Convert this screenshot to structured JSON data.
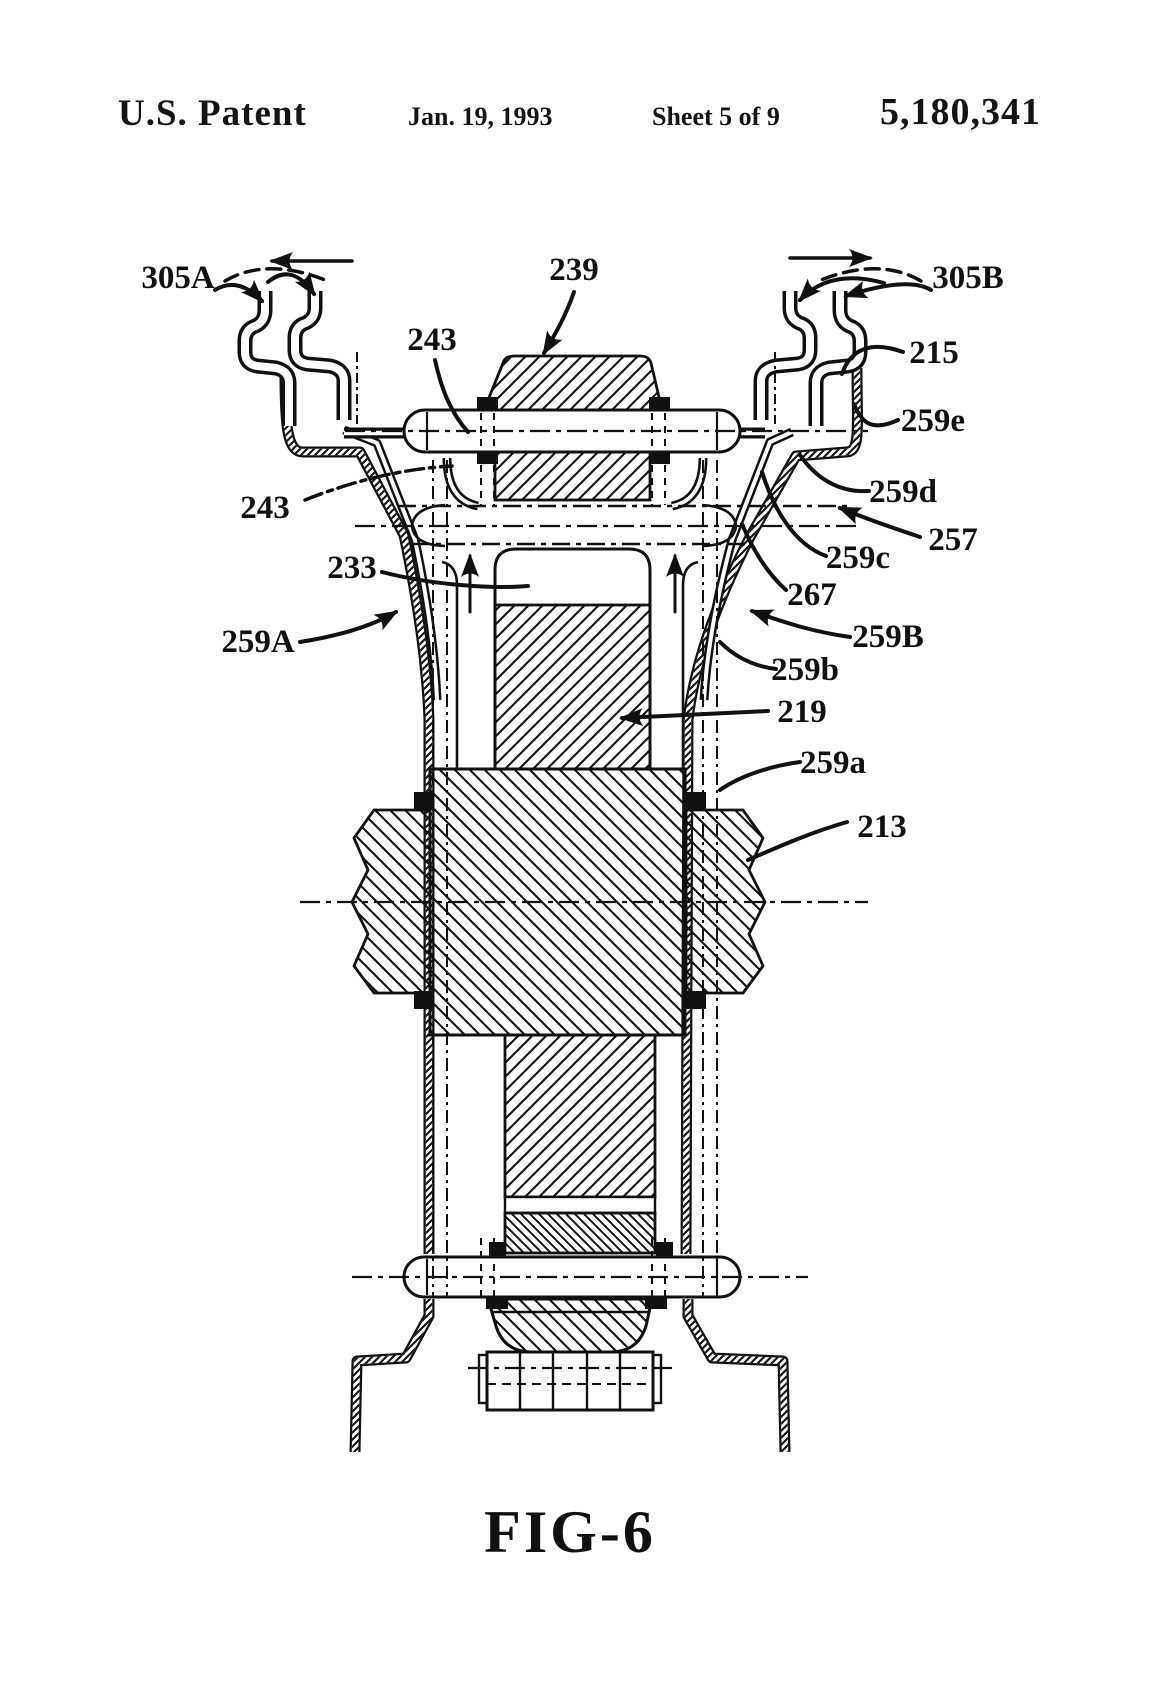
{
  "header": {
    "title": "U.S. Patent",
    "date": "Jan. 19, 1993",
    "sheet": "Sheet 5 of 9",
    "patent_number": "5,180,341"
  },
  "figure": {
    "caption": "FIG-6",
    "labels": {
      "305A": "305A",
      "239": "239",
      "305B": "305B",
      "243": "243",
      "215": "215",
      "259e": "259e",
      "259d": "259d",
      "257": "257",
      "259c": "259c",
      "233": "233",
      "267": "267",
      "259A": "259A",
      "259B": "259B",
      "259b": "259b",
      "219": "219",
      "259a": "259a",
      "213": "213"
    }
  }
}
